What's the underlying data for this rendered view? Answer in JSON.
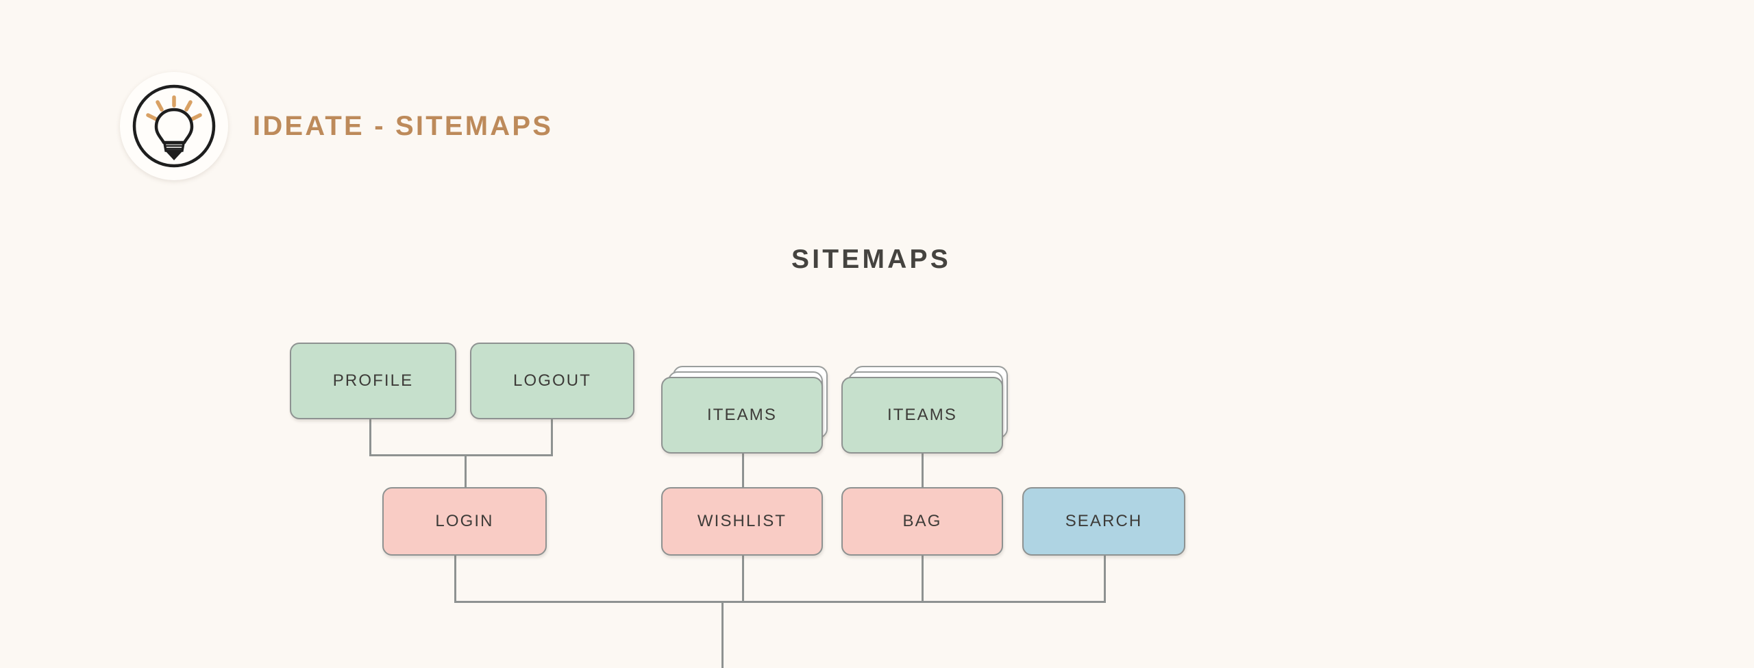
{
  "page": {
    "background_color": "#FCF8F3"
  },
  "header": {
    "title": "IDEATE - SITEMAPS",
    "accent_color": "#BD8A5A",
    "logo_icon": "lightbulb-icon"
  },
  "section": {
    "title": "SITEMAPS",
    "title_color": "#45433F"
  },
  "diagram": {
    "palette": {
      "green": "#C6E0CC",
      "pink": "#F9CCC5",
      "blue": "#AFD4E3",
      "border": "#8E9291",
      "connector": "#8E9291",
      "label": "#3D3B38"
    },
    "nodes": [
      {
        "id": "profile",
        "label": "PROFILE",
        "color": "green",
        "stacked": false
      },
      {
        "id": "logout",
        "label": "LOGOUT",
        "color": "green",
        "stacked": false
      },
      {
        "id": "iteams1",
        "label": "ITEAMS",
        "color": "green",
        "stacked": true
      },
      {
        "id": "iteams2",
        "label": "ITEAMS",
        "color": "green",
        "stacked": true
      },
      {
        "id": "login",
        "label": "LOGIN",
        "color": "pink",
        "stacked": false
      },
      {
        "id": "wishlist",
        "label": "WISHLIST",
        "color": "pink",
        "stacked": false
      },
      {
        "id": "bag",
        "label": "BAG",
        "color": "pink",
        "stacked": false
      },
      {
        "id": "search",
        "label": "SEARCH",
        "color": "blue",
        "stacked": false
      }
    ],
    "edges": [
      {
        "from": "profile",
        "to": "login"
      },
      {
        "from": "logout",
        "to": "login"
      },
      {
        "from": "iteams1",
        "to": "wishlist"
      },
      {
        "from": "iteams2",
        "to": "bag"
      },
      {
        "from": "login",
        "to": "root-trunk"
      },
      {
        "from": "wishlist",
        "to": "root-trunk"
      },
      {
        "from": "bag",
        "to": "root-trunk"
      },
      {
        "from": "search",
        "to": "root-trunk"
      }
    ]
  }
}
